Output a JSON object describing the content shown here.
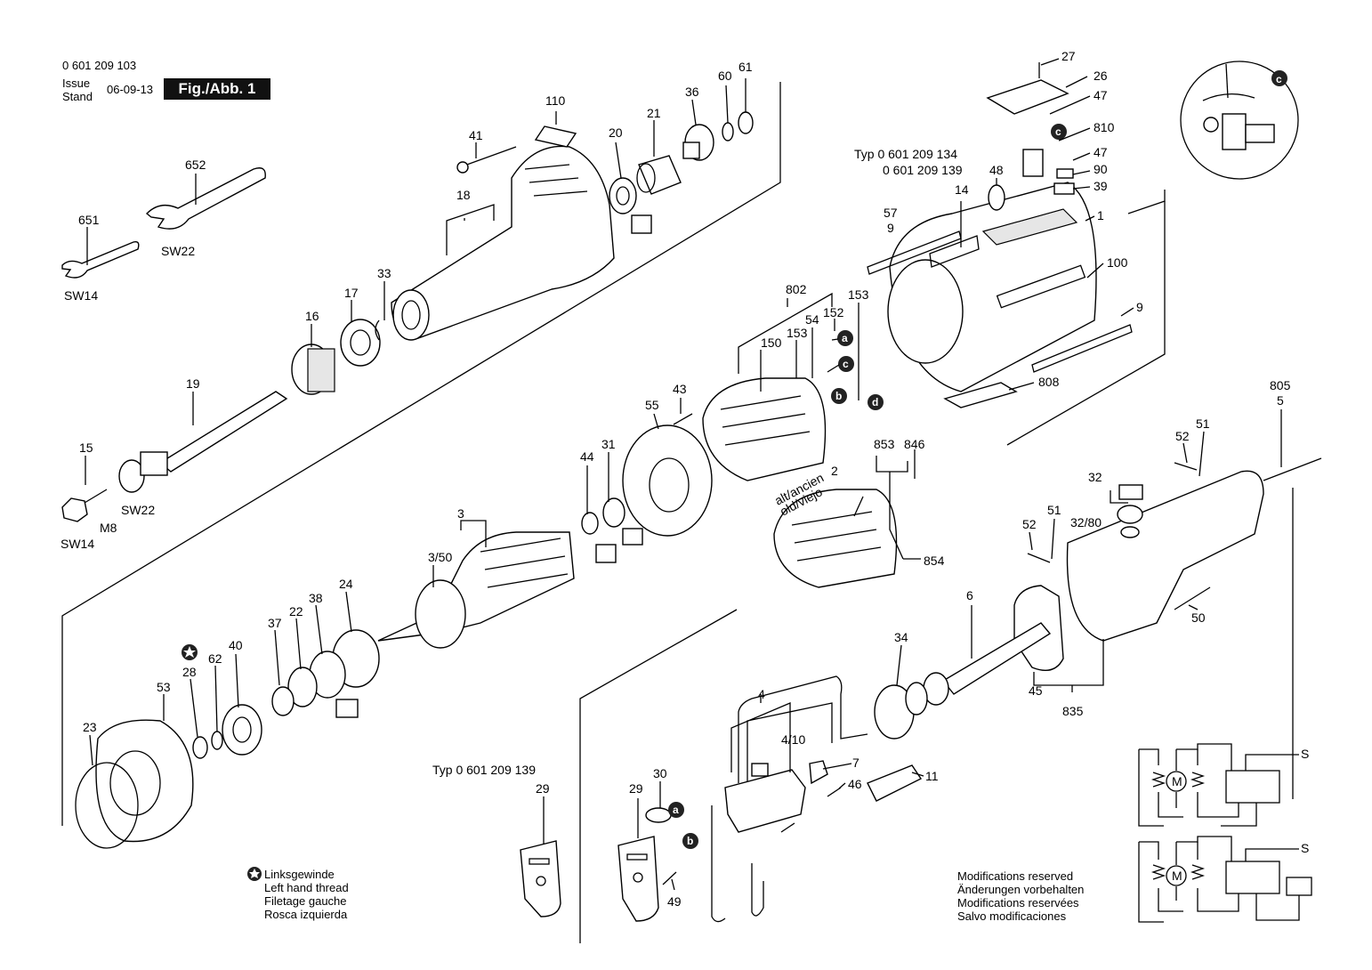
{
  "header": {
    "part_number": "0 601 209 103",
    "issue_label": "Issue",
    "stand_label": "Stand",
    "date": "06-09-13",
    "figure": "Fig./Abb. 1"
  },
  "typ_labels": {
    "typ_a": "Typ 0 601 209 134",
    "typ_b": "0 601 209 139",
    "typ_c": "Typ 0 601 209 139"
  },
  "old_label": "alt/ancien\nold/viejo",
  "thread_note": [
    "Linksgewinde",
    "Left hand thread",
    "Filetage gauche",
    "Rosca izquierda"
  ],
  "modifications_note": [
    "Modifications reserved",
    "Änderungen vorbehalten",
    "Modifications reservées",
    "Salvo modificaciones"
  ],
  "markers": {
    "a": "a",
    "b": "b",
    "c": "c",
    "d": "d"
  },
  "callouts": [
    {
      "id": "c27",
      "text": "27"
    },
    {
      "id": "c26",
      "text": "26"
    },
    {
      "id": "c47a",
      "text": "47"
    },
    {
      "id": "c810",
      "text": "810"
    },
    {
      "id": "c47b",
      "text": "47"
    },
    {
      "id": "c90",
      "text": "90"
    },
    {
      "id": "c39",
      "text": "39"
    },
    {
      "id": "c48",
      "text": "48"
    },
    {
      "id": "c14",
      "text": "14"
    },
    {
      "id": "c1",
      "text": "1"
    },
    {
      "id": "c57",
      "text": "57"
    },
    {
      "id": "c9a",
      "text": "9"
    },
    {
      "id": "c100",
      "text": "100"
    },
    {
      "id": "c9b",
      "text": "9"
    },
    {
      "id": "c808",
      "text": "808"
    },
    {
      "id": "c110",
      "text": "110"
    },
    {
      "id": "c36",
      "text": "36"
    },
    {
      "id": "c60",
      "text": "60"
    },
    {
      "id": "c61",
      "text": "61"
    },
    {
      "id": "c21",
      "text": "21"
    },
    {
      "id": "c20",
      "text": "20"
    },
    {
      "id": "c41",
      "text": "41"
    },
    {
      "id": "c18",
      "text": "18"
    },
    {
      "id": "c652",
      "text": "652"
    },
    {
      "id": "cSW22a",
      "text": "SW22"
    },
    {
      "id": "c651",
      "text": "651"
    },
    {
      "id": "cSW14a",
      "text": "SW14"
    },
    {
      "id": "c33",
      "text": "33"
    },
    {
      "id": "c17",
      "text": "17"
    },
    {
      "id": "c16",
      "text": "16"
    },
    {
      "id": "c19",
      "text": "19"
    },
    {
      "id": "c15",
      "text": "15"
    },
    {
      "id": "cSW22b",
      "text": "SW22"
    },
    {
      "id": "cM8",
      "text": "M8"
    },
    {
      "id": "cSW14b",
      "text": "SW14"
    },
    {
      "id": "c802",
      "text": "802"
    },
    {
      "id": "c153a",
      "text": "153"
    },
    {
      "id": "c54",
      "text": "54"
    },
    {
      "id": "c152",
      "text": "152"
    },
    {
      "id": "c150",
      "text": "150"
    },
    {
      "id": "c153b",
      "text": "153"
    },
    {
      "id": "c43",
      "text": "43"
    },
    {
      "id": "c55",
      "text": "55"
    },
    {
      "id": "c44",
      "text": "44"
    },
    {
      "id": "c31",
      "text": "31"
    },
    {
      "id": "c2",
      "text": "2"
    },
    {
      "id": "c853",
      "text": "853"
    },
    {
      "id": "c846",
      "text": "846"
    },
    {
      "id": "c854",
      "text": "854"
    },
    {
      "id": "c3",
      "text": "3"
    },
    {
      "id": "c350",
      "text": "3/50"
    },
    {
      "id": "c24",
      "text": "24"
    },
    {
      "id": "c38",
      "text": "38"
    },
    {
      "id": "c22",
      "text": "22"
    },
    {
      "id": "c37",
      "text": "37"
    },
    {
      "id": "c40",
      "text": "40"
    },
    {
      "id": "c62",
      "text": "62"
    },
    {
      "id": "c28",
      "text": "28"
    },
    {
      "id": "c53",
      "text": "53"
    },
    {
      "id": "c23",
      "text": "23"
    },
    {
      "id": "c805",
      "text": "805"
    },
    {
      "id": "c5",
      "text": "5"
    },
    {
      "id": "c52a",
      "text": "52"
    },
    {
      "id": "c51a",
      "text": "51"
    },
    {
      "id": "c32",
      "text": "32"
    },
    {
      "id": "c3280",
      "text": "32/80"
    },
    {
      "id": "c52b",
      "text": "52"
    },
    {
      "id": "c51b",
      "text": "51"
    },
    {
      "id": "c6",
      "text": "6"
    },
    {
      "id": "c50",
      "text": "50"
    },
    {
      "id": "c34",
      "text": "34"
    },
    {
      "id": "c45",
      "text": "45"
    },
    {
      "id": "c835",
      "text": "835"
    },
    {
      "id": "c4",
      "text": "4"
    },
    {
      "id": "c410",
      "text": "4/10"
    },
    {
      "id": "c7",
      "text": "7"
    },
    {
      "id": "c46",
      "text": "46"
    },
    {
      "id": "c11",
      "text": "11"
    },
    {
      "id": "c29a",
      "text": "29"
    },
    {
      "id": "c29b",
      "text": "29"
    },
    {
      "id": "c30",
      "text": "30"
    },
    {
      "id": "c49",
      "text": "49"
    }
  ],
  "schematic": {
    "motor_symbol": "M",
    "source_symbol": "S"
  }
}
